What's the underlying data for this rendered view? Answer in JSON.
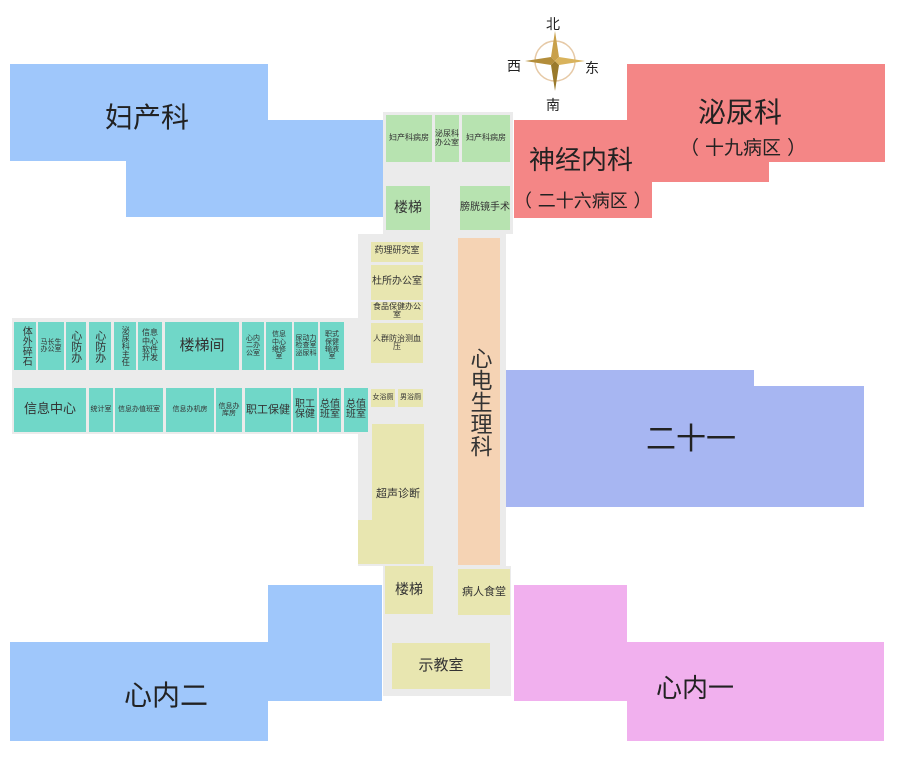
{
  "compass": {
    "north": "北",
    "south": "南",
    "east": "东",
    "west": "西"
  },
  "wings": {
    "fuchan": "妇产科",
    "miniao": "泌尿科",
    "miniao_sub": "（ 十九病区 ）",
    "shenjing": "神经内科",
    "shenjing_sub": "（ 二十六病区 ）",
    "ershiyi": "二十一",
    "xinneier": "心内二",
    "xinneiyi": "心内一"
  },
  "north_block": {
    "fuchan_ward_1": "妇产科病房",
    "miniao_office": "泌尿科办公室",
    "fuchan_ward_2": "妇产科病房",
    "stairs": "楼梯",
    "cystoscopy": "膀胱镜手术"
  },
  "central": {
    "pharmacology": "药理研究室",
    "dept_office": "杜所办公室",
    "food_health": "食品保健办公室",
    "bp_control": "人群防治测血压",
    "women_restroom": "女浴厕",
    "men_restroom": "男浴厕",
    "ultrasound": "超声诊断",
    "ecg": "心电生理科"
  },
  "west_wing_top": {
    "lithotripsy": "体外碎石",
    "planning": "马长生办公室",
    "heart_office_a": "心防办",
    "heart_office_b": "心防办",
    "urology_director": "泌尿科主任",
    "info_software": "信息中心软件开发",
    "stairwell": "楼梯间",
    "cardio2_office": "心内二办公室",
    "info_repair": "信息中心维修室",
    "urodynamics": "尿动力检查室泌尿科",
    "staff_infusion": "职式保健输液室"
  },
  "west_wing_bottom": {
    "info_center": "信息中心",
    "statistics": "统计室",
    "info_duty": "信息办值班室",
    "info_machine": "信息办机房",
    "info_storage": "信息办库房",
    "staff_health": "职工保健",
    "staff_health_2": "职工保健",
    "duty_room_1": "总值班室",
    "duty_room_2": "总值班室"
  },
  "south_block": {
    "stairs": "楼梯",
    "canteen": "病人食堂",
    "teaching": "示教室"
  }
}
